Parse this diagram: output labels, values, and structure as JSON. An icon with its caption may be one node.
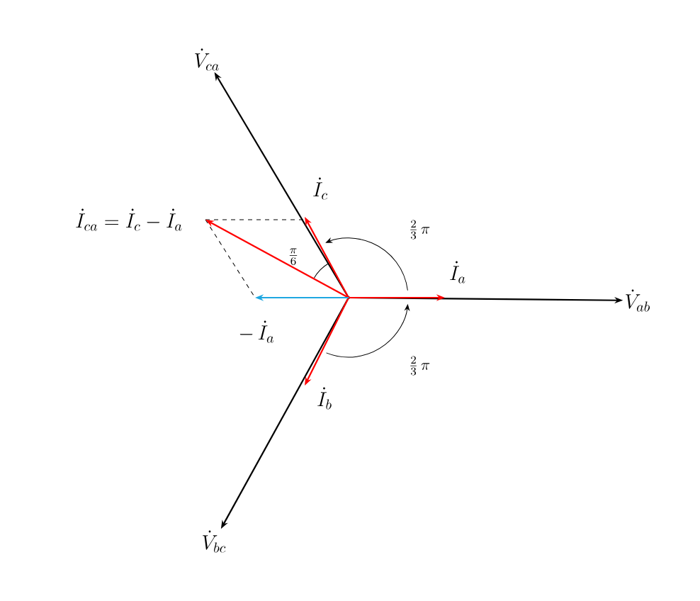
{
  "diagram": {
    "nodes": [
      {
        "text": [],
        "shape": "dot"
      },
      {
        "text": [
          "\\dot{V}_{ab}"
        ]
      },
      {
        "text": [
          "\\dot{V}_{ca}"
        ]
      },
      {
        "text": [
          "\\dot{V}_{bc}"
        ]
      }
    ],
    "edges": [
      {
        "from": 0,
        "to": 1,
        "arrow": "to",
        "color": "#000000"
      },
      {
        "from": 0,
        "to": 2,
        "arrow": "to",
        "color": "#000000"
      },
      {
        "from": 0,
        "to": 3,
        "arrow": "to",
        "color": "#000000"
      },
      {
        "from": 0,
        "to": null,
        "arrow": "to",
        "label": "\\dot{I}_{a}",
        "color": "#ff0000"
      },
      {
        "from": 0,
        "to": null,
        "arrow": "to",
        "label": "\\dot{I}_{c}",
        "color": "#ff0000"
      },
      {
        "from": 0,
        "to": null,
        "arrow": "to",
        "label": "\\dot{I}_{b}",
        "color": "#ff0000"
      },
      {
        "from": 0,
        "to": null,
        "arrow": "to",
        "label": "\\dot{I}_{ca}=\\dot{I}_{c}-\\dot{I}_{a}",
        "color": "#ff0000"
      },
      {
        "from": 0,
        "to": null,
        "arrow": "to",
        "label": "-\\,\\dot{I}_{a}",
        "color": "#1ea7e1"
      }
    ],
    "labels": [
      "\\frac{2}{3}\\,\\pi",
      "\\frac{2}{3}\\,\\pi",
      "\\frac{\\pi}{6}"
    ]
  }
}
